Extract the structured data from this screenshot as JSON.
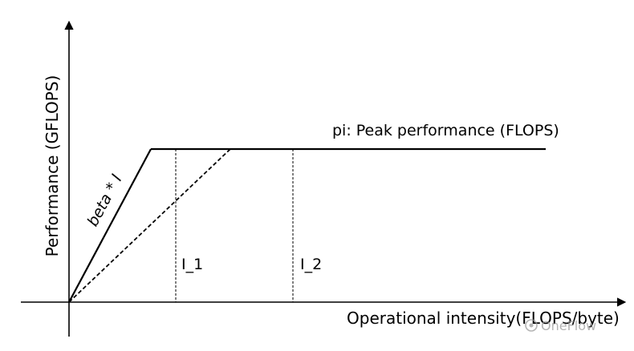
{
  "y_axis_label": "Performance (GFLOPS)",
  "x_axis_label": "Operational intensity(FLOPS/byte)",
  "peak_label": "pi:  Peak performance (FLOPS)",
  "slope_label": "beta * I",
  "marker_1": "I_1",
  "marker_2": "I_2",
  "watermark": "OneFlow"
}
